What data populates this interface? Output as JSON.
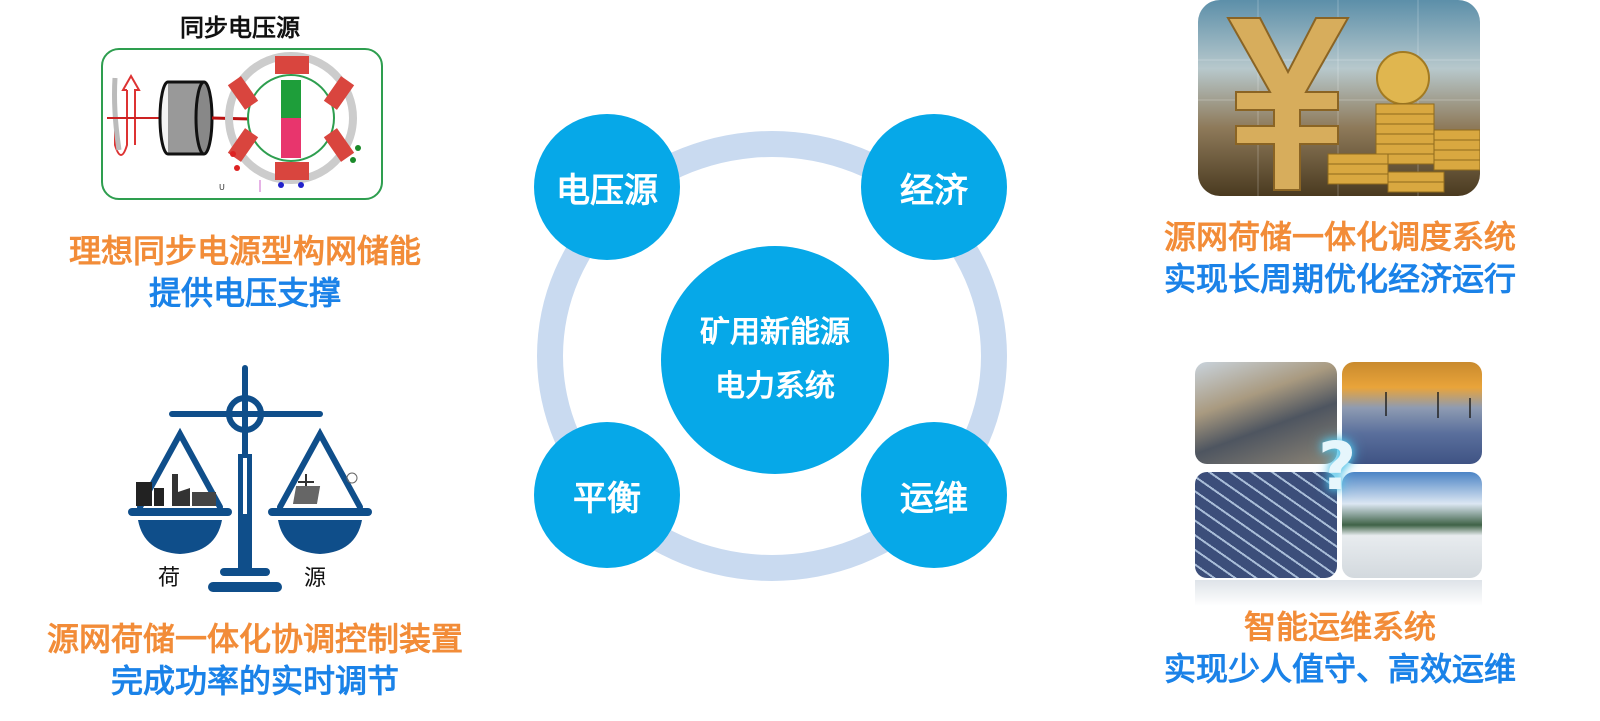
{
  "top_left": {
    "title": "同步电压源",
    "diagram_label_u": "U",
    "caption_line1": "理想同步电源型构网储能",
    "caption_line2": "提供电压支撑"
  },
  "bottom_left": {
    "scale_left_label": "荷",
    "scale_right_label": "源",
    "caption_line1": "源网荷储一体化协调控制装置",
    "caption_line2": "完成功率的实时调节"
  },
  "center": {
    "hub_line1": "矿用新能源",
    "hub_line2": "电力系统",
    "nodes": [
      {
        "label": "电压源"
      },
      {
        "label": "经济"
      },
      {
        "label": "平衡"
      },
      {
        "label": "运维"
      }
    ]
  },
  "top_right": {
    "image": "yuan-coins-finance-image",
    "caption_line1": "源网荷储一体化调度系统",
    "caption_line2": "实现长周期优化经济运行"
  },
  "bottom_right": {
    "images": [
      "mine-solar-site-image",
      "wind-farm-sunset-image",
      "solar-panel-workers-image",
      "wind-turbine-maintenance-image"
    ],
    "question_mark": "?",
    "caption_line1": "智能运维系统",
    "caption_line2": "实现少人值守、高效运维"
  },
  "colors": {
    "node_blue": "#06a8e8",
    "ring": "#c9daf0",
    "caption_orange": "#f28c38",
    "caption_blue": "#1a82e8",
    "scale_navy": "#0f4e8a",
    "motor_green": "#2e9e4f"
  }
}
